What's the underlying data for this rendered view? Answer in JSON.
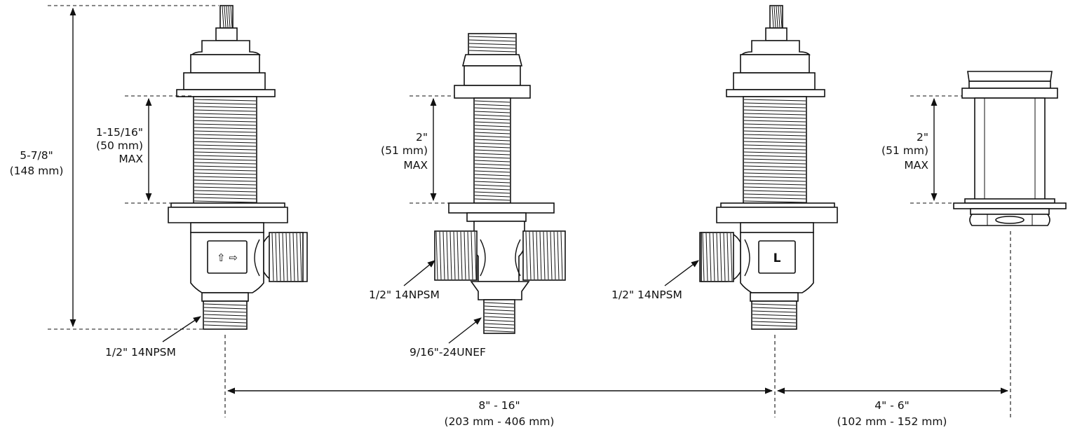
{
  "dimensions": {
    "overall_height": {
      "value": "5-7/8\"",
      "metric": "(148 mm)"
    },
    "valve1_depth": {
      "value": "1-15/16\"",
      "metric": "(50 mm)",
      "note": "MAX"
    },
    "valve2_depth": {
      "value": "2\"",
      "metric": "(51 mm)",
      "note": "MAX"
    },
    "spout_depth": {
      "value": "2\"",
      "metric": "(51 mm)",
      "note": "MAX"
    },
    "spread_valves": {
      "value": "8\" - 16\"",
      "metric": "(203 mm - 406 mm)"
    },
    "spread_spout": {
      "value": "4\" - 6\"",
      "metric": "(102 mm - 152 mm)"
    }
  },
  "callouts": {
    "valve_left_outlet": "1/2\" 14NPSM",
    "tee_side_inlet": "1/2\" 14NPSM",
    "tee_bottom_outlet": "9/16\"-24UNEF",
    "valve_right_inlet": "1/2\" 14NPSM"
  },
  "badges": {
    "valve_left_symbol": "⇧ ⇨",
    "valve_right_symbol": "L"
  },
  "colors": {
    "line": "#111111",
    "background": "#ffffff"
  }
}
